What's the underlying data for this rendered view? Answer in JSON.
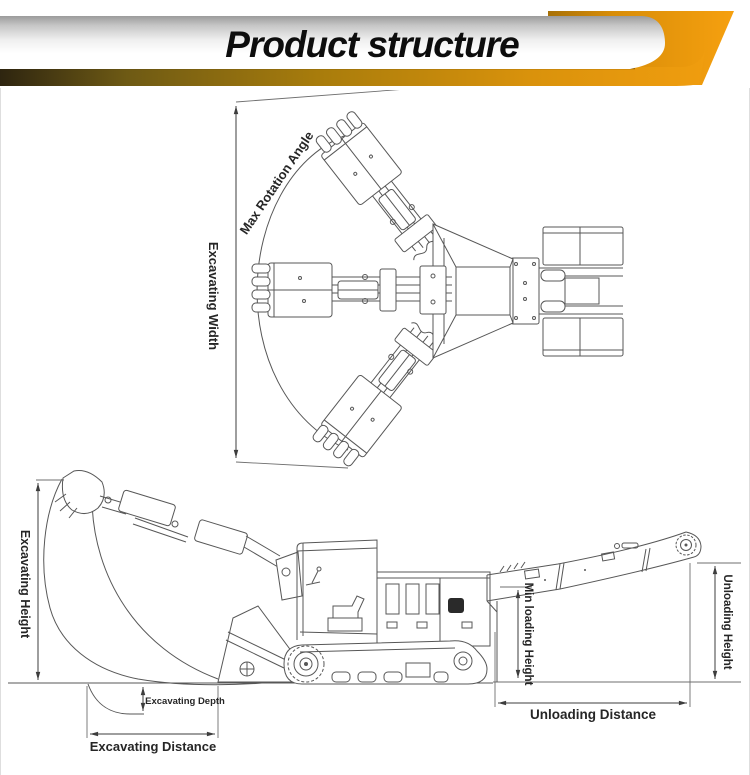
{
  "header": {
    "title": "Product structure"
  },
  "top_view": {
    "excavating_width_label": "Excavating Width",
    "max_rotation_angle_label": "Max Rotation Angle"
  },
  "side_view": {
    "excavating_height_label": "Excavating Height",
    "excavating_depth_label": "Excavating Depth",
    "excavating_distance_label": "Excavating Distance",
    "min_loading_height_label": "Min loading Height",
    "unloading_height_label": "Unloading Height",
    "unloading_distance_label": "Unloading Distance"
  },
  "colors": {
    "accent_orange": "#F09A0C",
    "accent_dark_gold": "#6E5A14",
    "banner_gray": "#9B9B9B",
    "line": "#575757",
    "text": "#262626"
  }
}
